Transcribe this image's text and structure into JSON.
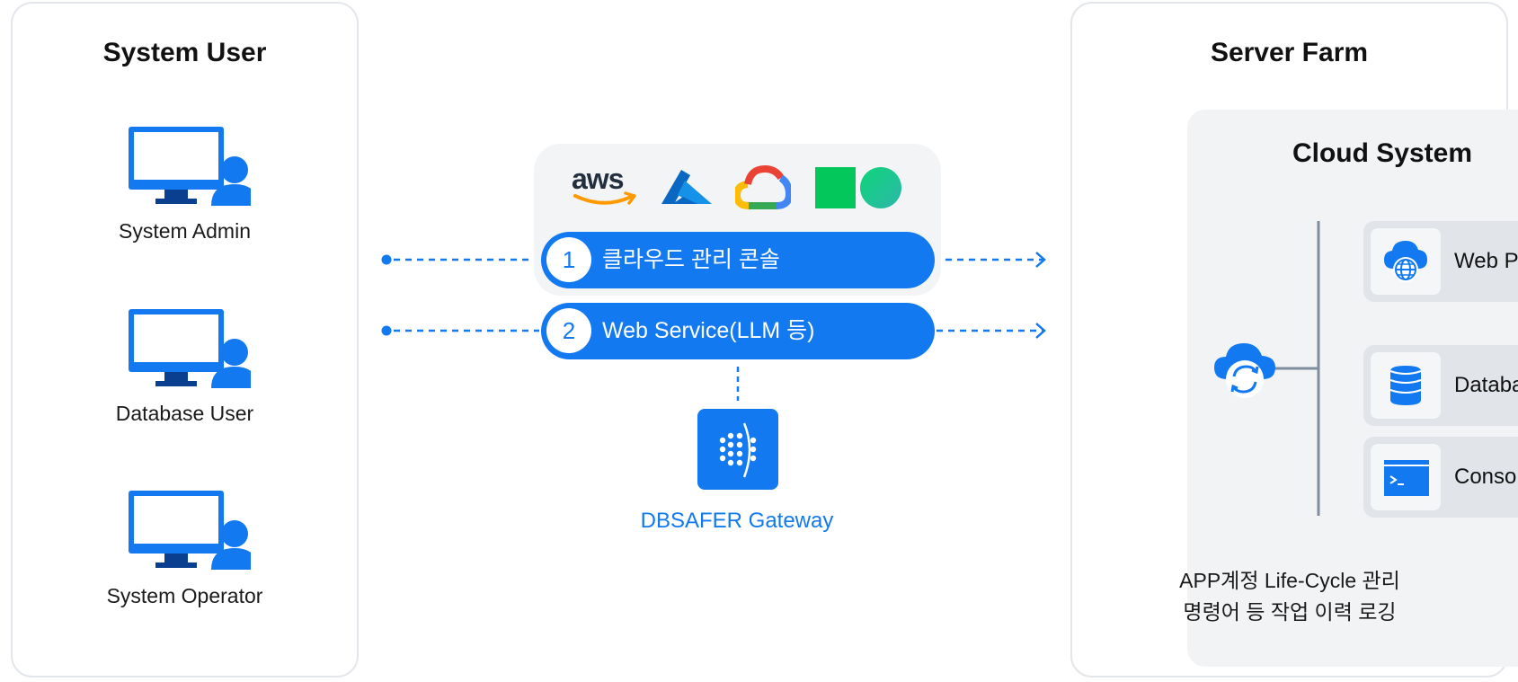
{
  "left_panel": {
    "title": "System User",
    "users": [
      {
        "label": "System Admin",
        "icon": "monitor-user-icon"
      },
      {
        "label": "Database User",
        "icon": "monitor-user-icon"
      },
      {
        "label": "System Operator",
        "icon": "monitor-user-icon"
      }
    ]
  },
  "middle": {
    "providers": [
      "aws-logo",
      "azure-logo",
      "google-cloud-logo",
      "naver-cloud-logo"
    ],
    "provider_text": {
      "aws": "aws"
    },
    "channels": [
      {
        "number": "1",
        "label": "클라우드 관리 콘솔"
      },
      {
        "number": "2",
        "label": "Web Service(LLM 등)"
      }
    ],
    "gateway": {
      "label": "DBSAFER Gateway",
      "icon": "dbsafer-gateway-icon"
    }
  },
  "right_panel": {
    "title": "Server Farm",
    "cloud_title": "Cloud System",
    "services": [
      {
        "label": "Web Page",
        "icon": "cloud-globe-icon"
      },
      {
        "label": "Database",
        "icon": "database-icon"
      },
      {
        "label": "Console",
        "icon": "terminal-icon"
      }
    ],
    "description": [
      "APP계정 Life-Cycle 관리",
      "명령어 등 작업 이력 로깅"
    ]
  },
  "colors": {
    "accent": "#1279f0",
    "panel_border": "#e3e6ea",
    "cloud_bg": "#f2f3f5",
    "service_bg": "#e1e5ea",
    "connector": "#7f8d9e"
  }
}
